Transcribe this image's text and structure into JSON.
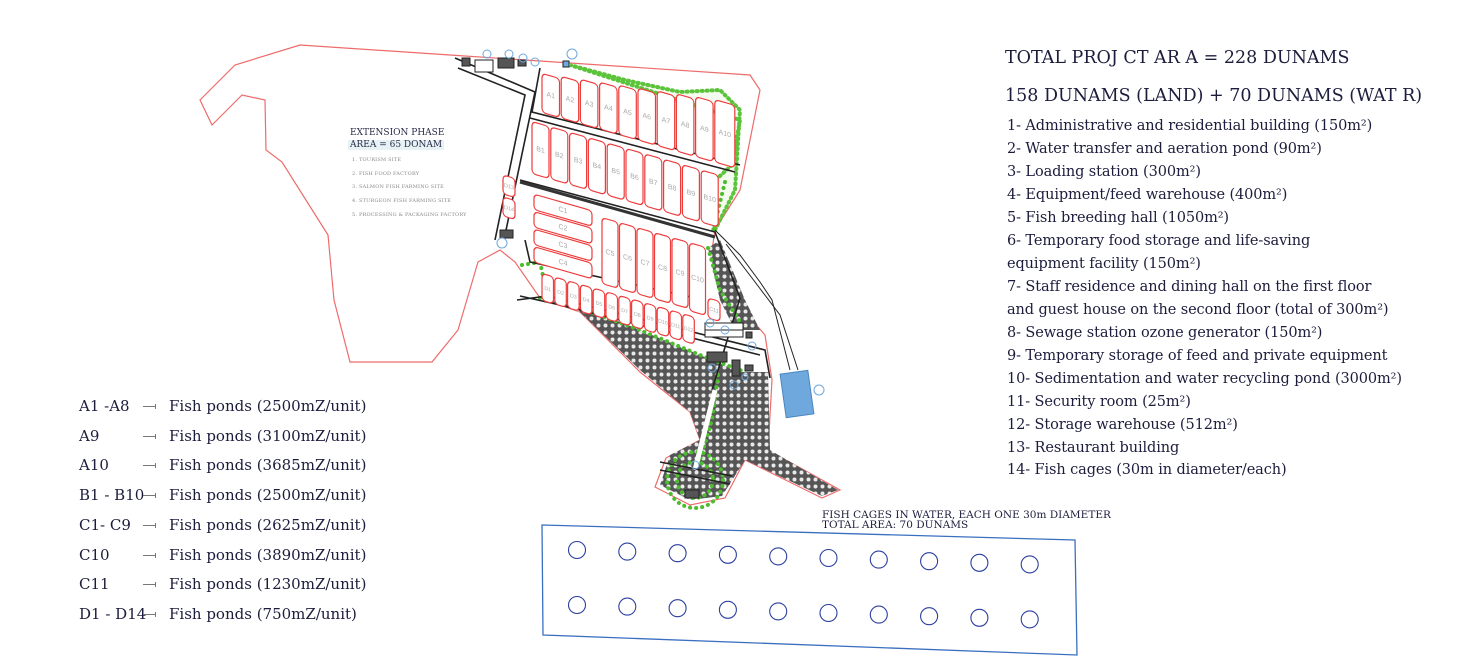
{
  "summary": {
    "total_area": "TOTAL PROJ CT AR A = 228 DUNAMS",
    "split": "158 DUNAMS (LAND) + 70 DUNAMS (WAT R)"
  },
  "facilities": [
    "1- Administrative and residential building (150m²)",
    "2- Water transfer and aeration pond (90m²)",
    "3- Loading station (300m²)",
    "4- Equipment/feed warehouse (400m²)",
    "5- Fish breeding hall (1050m²)",
    "6- Temporary food storage and life-saving",
    "equipment facility (150m²)",
    "7- Staff residence and dining hall on the first floor",
    "and guest house on the second floor (total of 300m²)",
    "8- Sewage station ozone generator (150m²)",
    "9- Temporary storage of feed and private equipment",
    "10- Sedimentation and water recycling pond (3000m²)",
    "11- Security room (25m²)",
    "12- Storage warehouse (512m²)",
    "13- Restaurant building",
    "14- Fish cages (30m in diameter/each)"
  ],
  "pond_legend": [
    {
      "code": "A1 -A8",
      "desc": "Fish ponds (2500mZ/unit)"
    },
    {
      "code": "A9",
      "desc": "Fish ponds (3100mZ/unit)"
    },
    {
      "code": "A10",
      "desc": "Fish ponds (3685mZ/unit)"
    },
    {
      "code": "B1 - B10",
      "desc": "Fish ponds (2500mZ/unit)"
    },
    {
      "code": "C1- C9",
      "desc": "Fish ponds (2625mZ/unit)"
    },
    {
      "code": "C10",
      "desc": "Fish ponds (3890mZ/unit)"
    },
    {
      "code": "C11",
      "desc": "Fish ponds (1230mZ/unit)"
    },
    {
      "code": "D1 - D14",
      "desc": "Fish ponds (750mZ/unit)"
    }
  ],
  "extension": {
    "title": "EXTENSION PHASE",
    "area": "AREA = 65 DONAM",
    "items": [
      "1.    TOURISM SITE",
      "2.    FISH FOOD FACTORY",
      "3.    SALMON FISH FARMING SITE",
      "4.    STURGEON FISH FARMING SITE",
      "5.    PROCESSING & PACKAGING FACTORY"
    ]
  },
  "cages": {
    "line1": "FISH CAGES IN WATER, EACH ONE 30m DIAMETER",
    "line2": "TOTAL AREA: 70 DUNAMS",
    "rows": 2,
    "per_row": 10
  },
  "ponds": {
    "A": [
      "A1",
      "A2",
      "A3",
      "A4",
      "A5",
      "A6",
      "A7",
      "A8",
      "A9",
      "A10"
    ],
    "B": [
      "B1",
      "B2",
      "B3",
      "B4",
      "B5",
      "B6",
      "B7",
      "B8",
      "B9",
      "B10"
    ],
    "C_left": [
      "C1",
      "C2",
      "C3",
      "C4"
    ],
    "C_right": [
      "C5",
      "C6",
      "C7",
      "C8",
      "C9",
      "C10",
      "C11"
    ],
    "D": [
      "D1",
      "D2",
      "D3",
      "D4",
      "D5",
      "D6",
      "D7",
      "D8",
      "D9",
      "D10",
      "D11",
      "D12"
    ],
    "D_side": [
      "D13",
      "D14"
    ]
  },
  "colors": {
    "boundary": "#ee6b6b",
    "pond": "#ee3b3b",
    "road": "#222222",
    "green": "#5cc43a",
    "water": "#6fa8dc",
    "cage": "#2b3f9e",
    "text": "#1c1c3c"
  }
}
